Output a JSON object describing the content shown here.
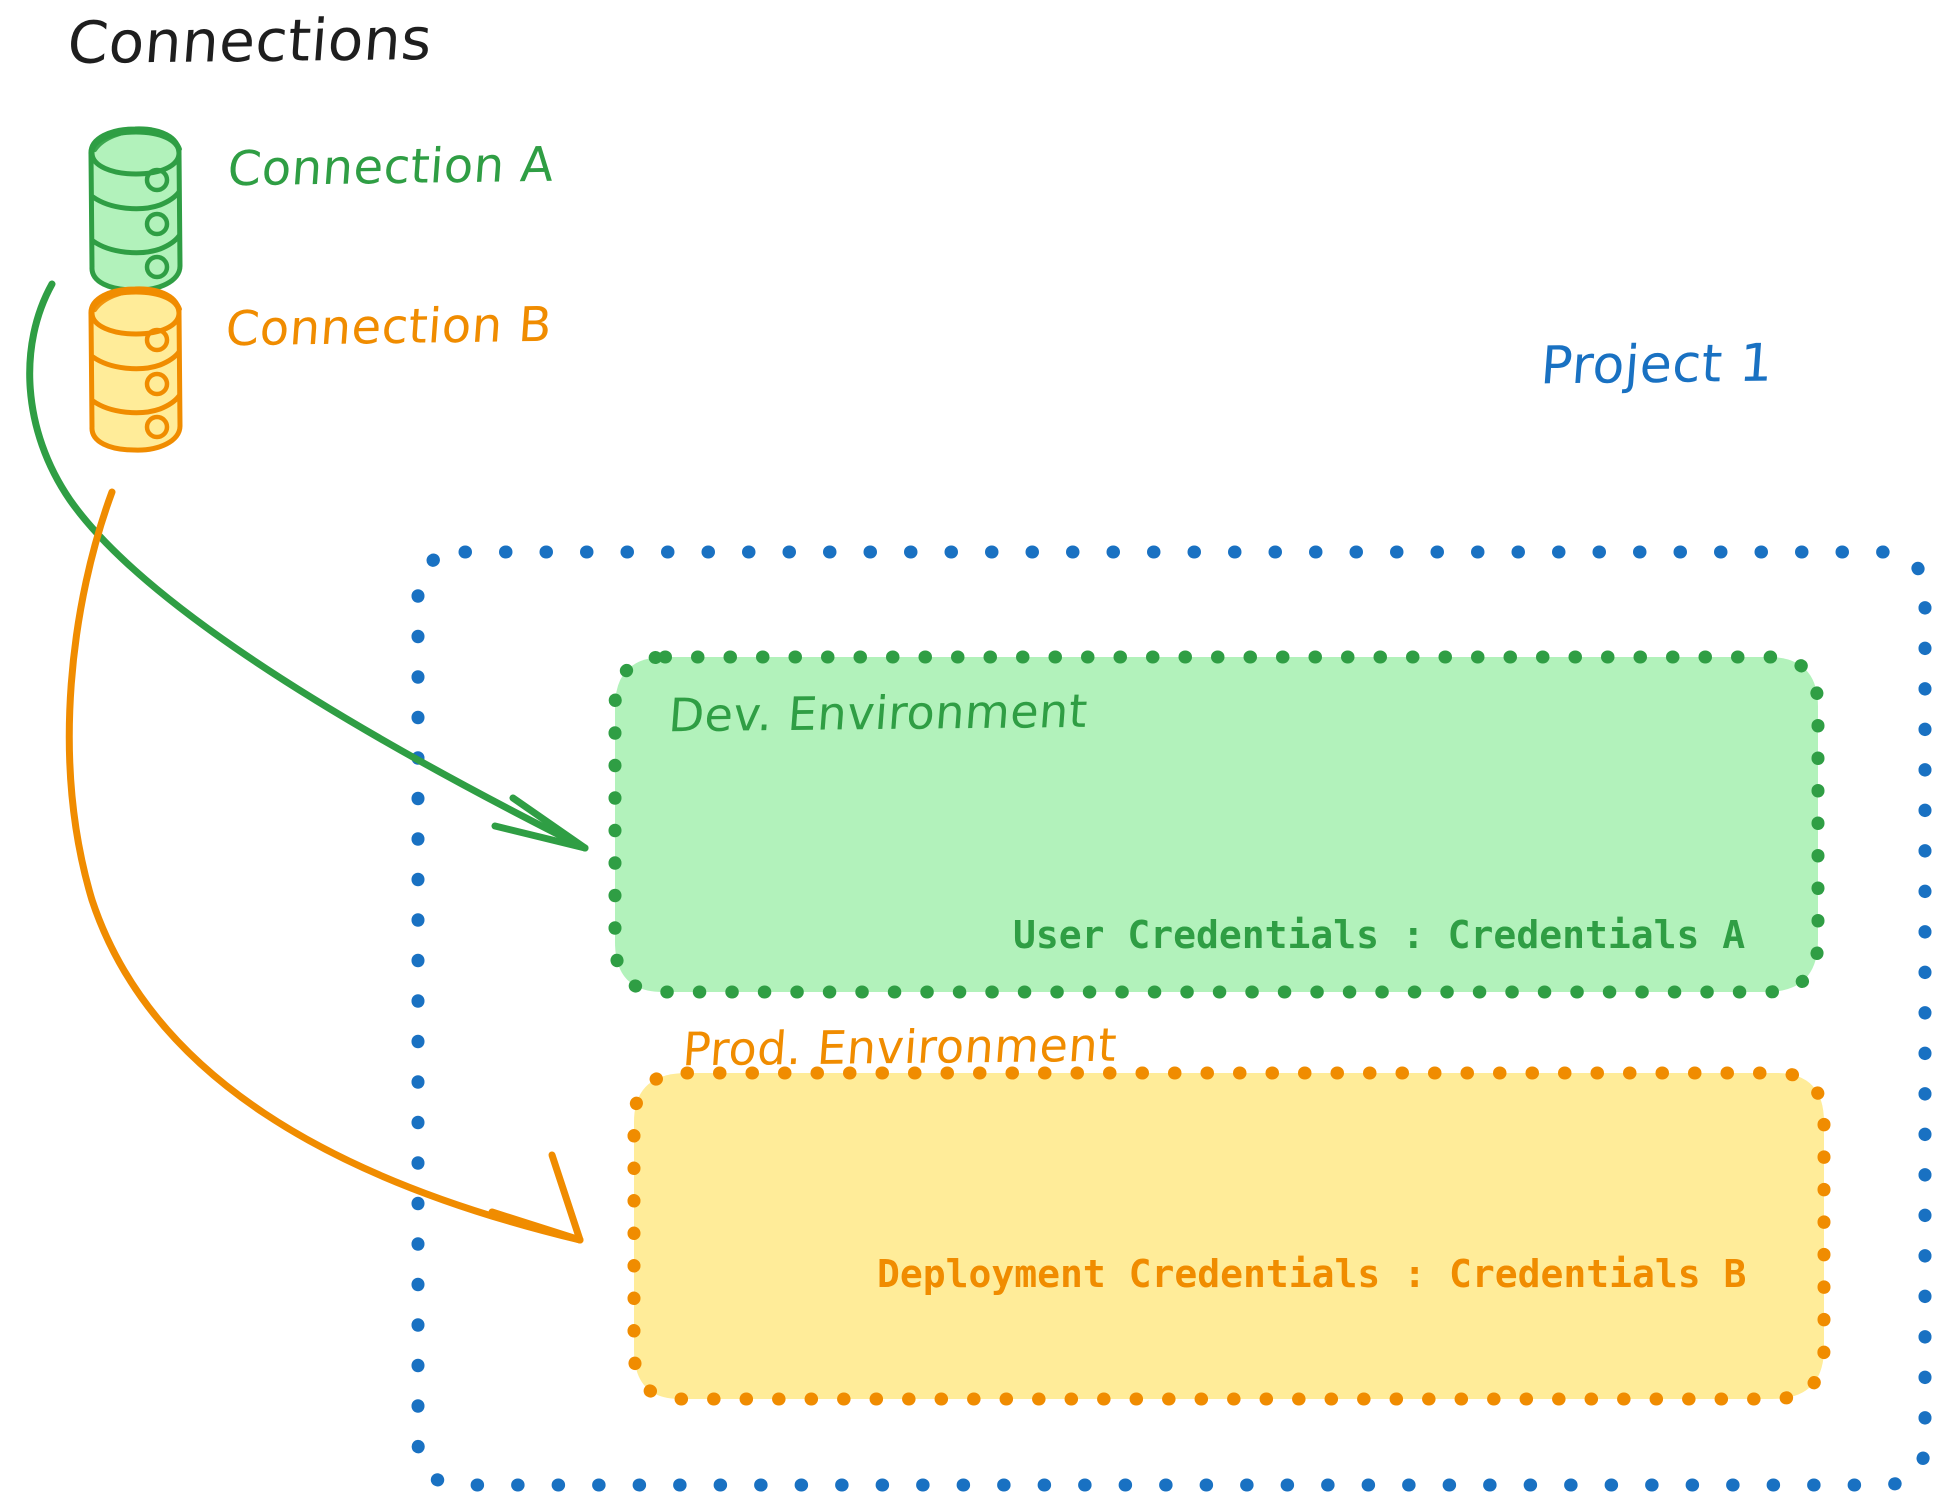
{
  "diagram": {
    "title": "Connections",
    "colors": {
      "green_stroke": "#2f9e44",
      "green_fill": "#b2f2bb",
      "orange_stroke": "#f08c00",
      "orange_fill": "#ffec99",
      "blue_stroke": "#1971c2",
      "text_dark": "#1e1e1e",
      "background": "#ffffff"
    },
    "connections": [
      {
        "id": "connection-a",
        "label": "Connection A",
        "icon": "database-cylinder-icon",
        "color": "#2f9e44",
        "targets": "dev-environment"
      },
      {
        "id": "connection-b",
        "label": "Connection B",
        "icon": "database-cylinder-icon",
        "color": "#f08c00",
        "targets": "prod-environment"
      }
    ],
    "project": {
      "label": "Project 1",
      "color": "#1971c2",
      "border_style": "dotted",
      "environments": [
        {
          "id": "dev-environment",
          "title": "Dev. Environment",
          "credential_label": "User Credentials",
          "credential_separator": ":",
          "credential_value": "Credentials A",
          "credential_line": "User Credentials : Credentials A",
          "stroke": "#2f9e44",
          "fill": "#b2f2bb",
          "border_style": "dotted"
        },
        {
          "id": "prod-environment",
          "title": "Prod. Environment",
          "credential_label": "Deployment Credentials",
          "credential_separator": ":",
          "credential_value": "Credentials B",
          "credential_line": "Deployment Credentials : Credentials B",
          "stroke": "#f08c00",
          "fill": "#ffec99",
          "border_style": "dotted"
        }
      ]
    },
    "arrows": [
      {
        "id": "arrow-a-to-dev",
        "from": "connection-a",
        "to": "dev-environment",
        "color": "#2f9e44"
      },
      {
        "id": "arrow-b-to-prod",
        "from": "connection-b",
        "to": "prod-environment",
        "color": "#f08c00"
      }
    ]
  }
}
